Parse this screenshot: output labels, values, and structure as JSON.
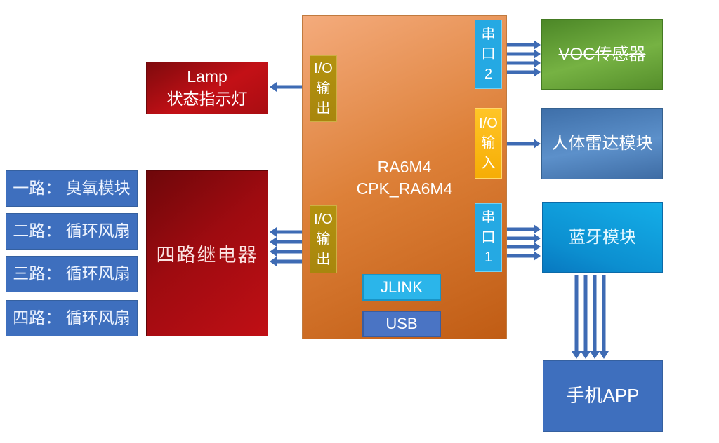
{
  "mcu": {
    "title_line1": "RA6M4",
    "title_line2": "CPK_RA6M4"
  },
  "ports": {
    "io_out_top": {
      "l1": "I/O",
      "l2": "输",
      "l3": "出"
    },
    "io_out_bottom": {
      "l1": "I/O",
      "l2": "输",
      "l3": "出"
    },
    "serial2": {
      "l1": "串",
      "l2": "口",
      "l3": "2"
    },
    "io_in": {
      "l1": "I/O",
      "l2": "输",
      "l3": "入"
    },
    "serial1": {
      "l1": "串",
      "l2": "口",
      "l3": "1"
    }
  },
  "blocks": {
    "lamp": {
      "line1": "Lamp",
      "line2": "状态指示灯"
    },
    "relay": {
      "label": "四路继电器"
    },
    "channel1": {
      "label": "一路： 臭氧模块"
    },
    "channel2": {
      "label": "二路： 循环风扇"
    },
    "channel3": {
      "label": "三路： 循环风扇"
    },
    "channel4": {
      "label": "四路： 循环风扇"
    },
    "jlink": {
      "label": "JLINK"
    },
    "usb": {
      "label": "USB"
    },
    "voc": {
      "label": "VOC传感器"
    },
    "radar": {
      "label": "人体雷达模块"
    },
    "bluetooth": {
      "label": "蓝牙模块"
    },
    "phone_app": {
      "label": "手机APP"
    }
  },
  "colors": {
    "arrow": "#3E6BB4",
    "mcu_orange": "#D97B33",
    "relay_red": "#A50D12",
    "lamp_red": "#B80F15",
    "channel_blue": "#3E6FBE",
    "serial_cyan": "#25A9E3",
    "io_gold": "#A8860D",
    "io_amber": "#FFC527",
    "voc_green": "#66A437",
    "radar_blue": "#4C7FB8",
    "bluetooth_cyan": "#0F9BD8",
    "jlink_cyan": "#2BB5EA",
    "usb_blue": "#4A74C4",
    "phone_blue": "#3E6FBE"
  }
}
